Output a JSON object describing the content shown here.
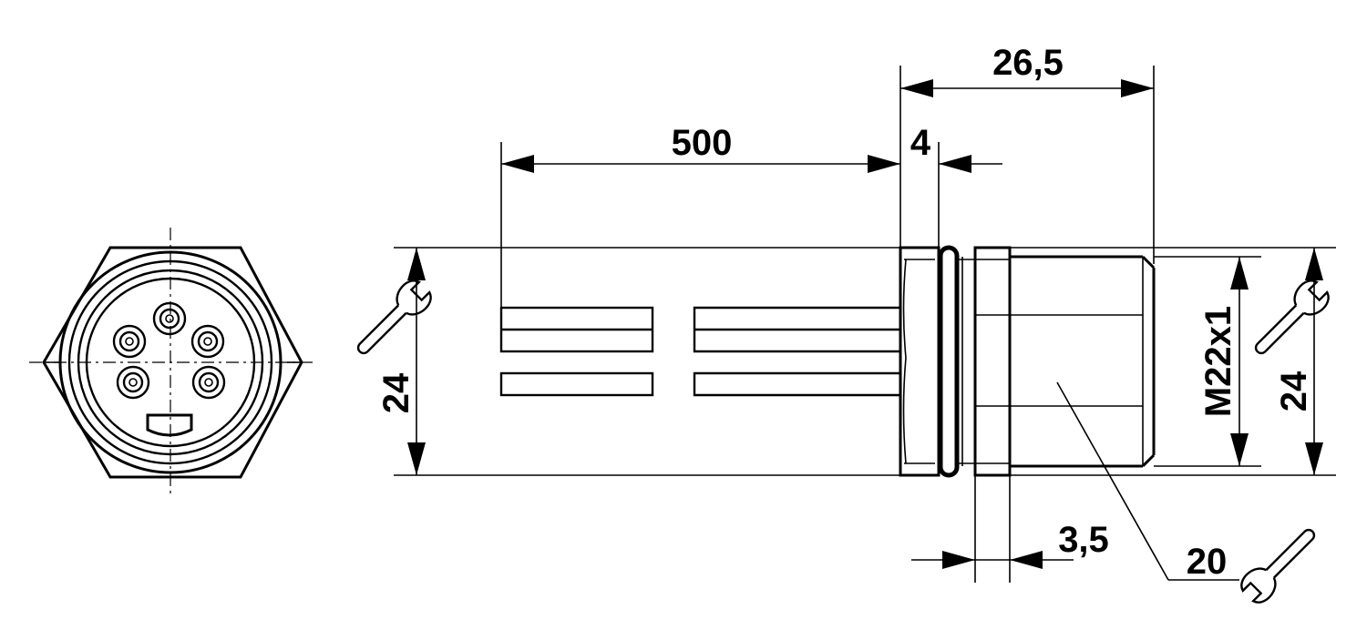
{
  "dimensions": {
    "cable_length": "500",
    "flange_width": "4",
    "thread_length": "26,5",
    "nut_width": "3,5",
    "height_left": "24",
    "height_right": "24",
    "thread_spec": "M22x1",
    "wrench_size": "20"
  },
  "icons": {
    "wrench_left": "wrench-icon",
    "wrench_right": "wrench-icon",
    "wrench_bottom": "wrench-icon"
  },
  "colors": {
    "line": "#000000",
    "background": "#ffffff"
  }
}
